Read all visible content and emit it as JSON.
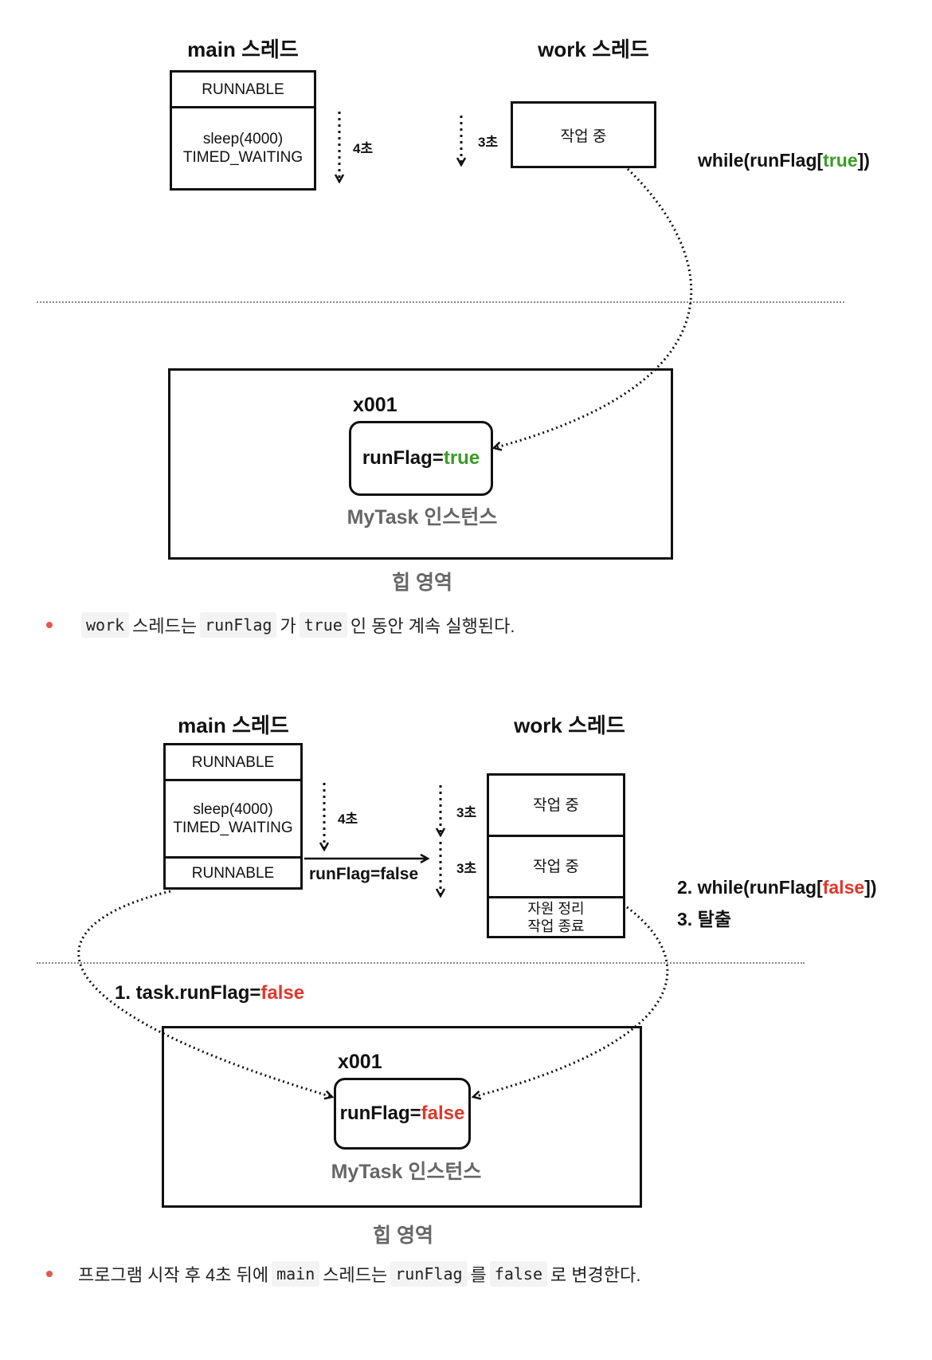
{
  "diagram1": {
    "main_title": "main 스레드",
    "work_title": "work 스레드",
    "main_states": [
      "RUNNABLE",
      "sleep(4000)\nTIMED_WAITING"
    ],
    "main_time": "4초",
    "work_time": "3초",
    "work_state": "작업 중",
    "loop_prefix": "while(runFlag[",
    "loop_value": "true",
    "loop_suffix": "])",
    "obj_addr": "x001",
    "obj_field": "runFlag=",
    "obj_value": "true",
    "obj_caption": "MyTask 인스턴스",
    "heap_label": "힙 영역"
  },
  "bullet1": {
    "parts": [
      "work",
      " 스레드는 ",
      "runFlag",
      "가 ",
      "true",
      "인 동안 계속 실행된다."
    ]
  },
  "diagram2": {
    "main_title": "main 스레드",
    "work_title": "work 스레드",
    "main_states": [
      "RUNNABLE",
      "sleep(4000)\nTIMED_WAITING",
      "RUNNABLE"
    ],
    "main_time": "4초",
    "work_time_1": "3초",
    "work_time_2": "3초",
    "signal_label": "runFlag=false",
    "work_states": [
      "작업 중",
      "작업 중",
      "자원 정리\n작업 종료"
    ],
    "loop_prefix": "2. while(runFlag[",
    "loop_value": "false",
    "loop_suffix": "])",
    "exit_label": "3. 탈출",
    "assign_prefix": "1. task.runFlag=",
    "assign_value": "false",
    "obj_addr": "x001",
    "obj_field": "runFlag=",
    "obj_value": "false",
    "obj_caption": "MyTask 인스턴스",
    "heap_label": "힙 영역"
  },
  "bullet2": {
    "parts": [
      "프로그램 시작 후 4초 뒤에 ",
      "main",
      " 스레드는 ",
      "runFlag",
      "를 ",
      "false",
      "로 변경한다."
    ]
  }
}
